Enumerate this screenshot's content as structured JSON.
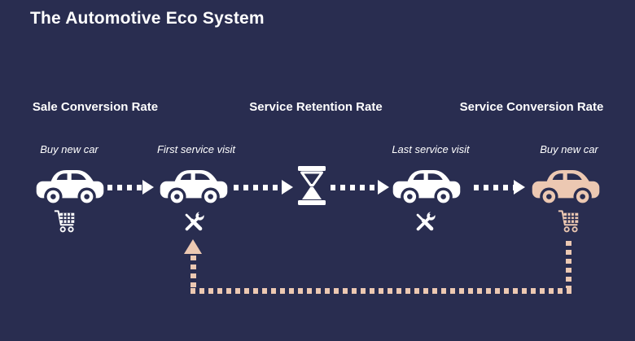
{
  "title": "The Automotive Eco System",
  "colors": {
    "background": "#292d50",
    "foreground": "#ffffff",
    "accent": "#ecc8b2"
  },
  "headers": [
    {
      "label": "Sale Conversion Rate"
    },
    {
      "label": "Service Retention Rate"
    },
    {
      "label": "Service Conversion Rate"
    }
  ],
  "stages": [
    {
      "label": "Buy new car",
      "icon": "car",
      "sub_icon": "shopping-cart",
      "variant": "white"
    },
    {
      "label": "First service visit",
      "icon": "car",
      "sub_icon": "repair-tools",
      "variant": "white"
    },
    {
      "label": "Last service visit",
      "icon": "car",
      "sub_icon": "repair-tools",
      "variant": "white"
    },
    {
      "label": "Buy new car",
      "icon": "car",
      "sub_icon": "shopping-cart",
      "variant": "accent"
    }
  ],
  "connectors": {
    "forward_arrows": 4,
    "wait_icon": "hourglass",
    "feedback_loop": {
      "from": "Buy new car (service conversion)",
      "to": "First service visit",
      "style": "dotted"
    }
  }
}
